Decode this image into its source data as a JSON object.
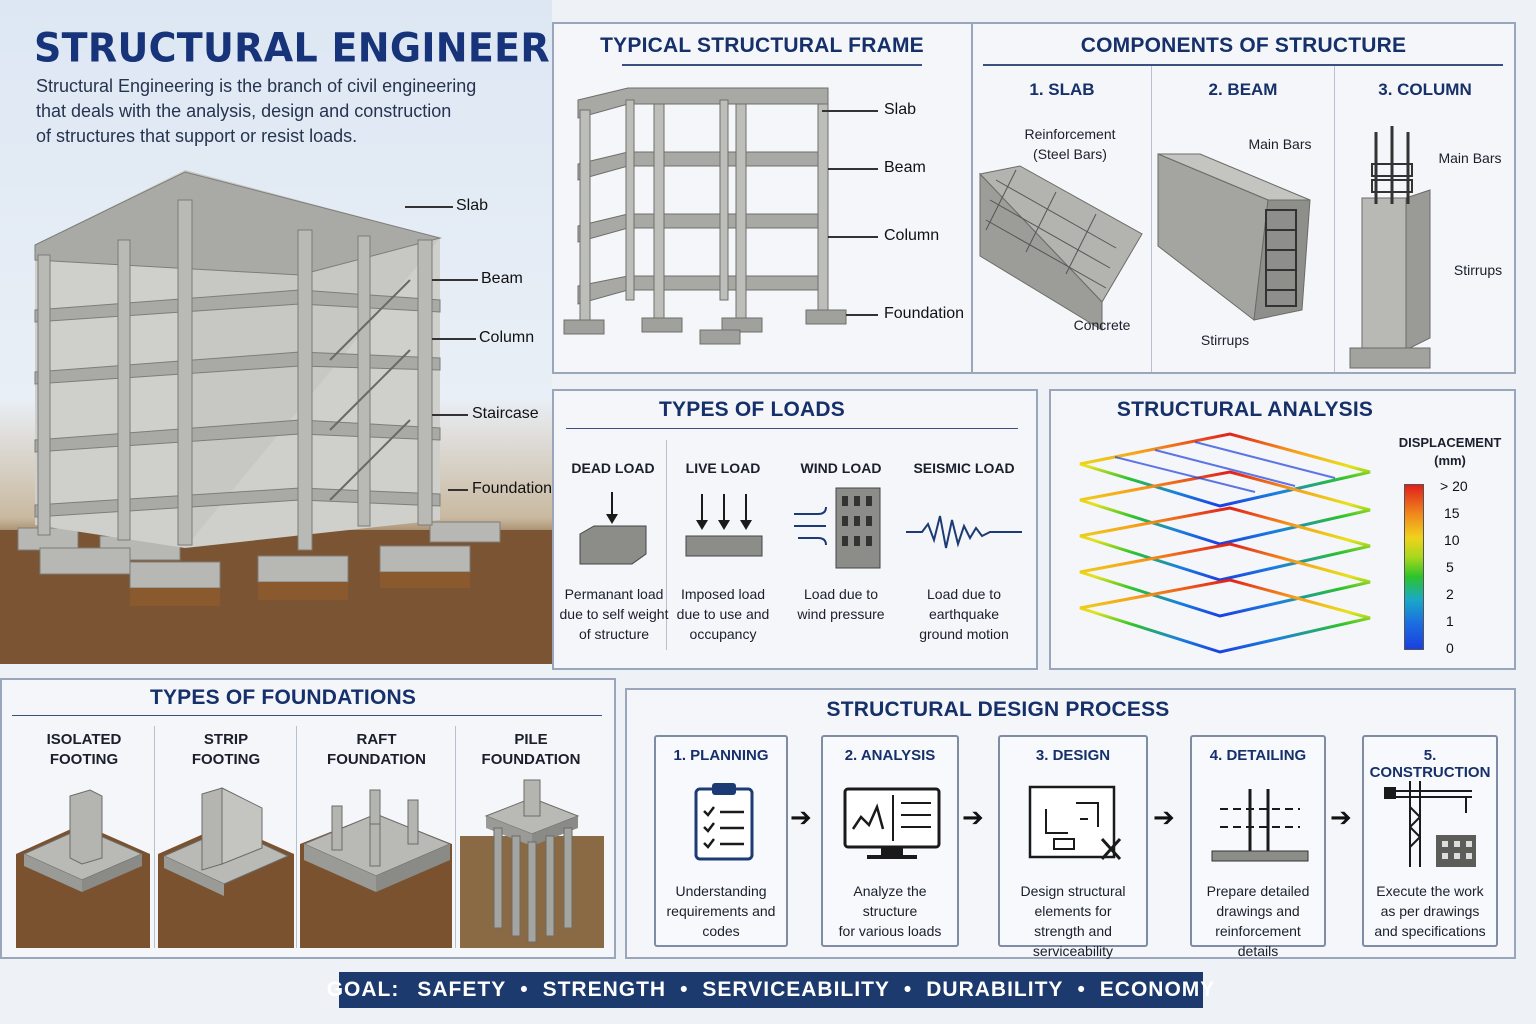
{
  "header": {
    "title": "STRUCTURAL ENGINEERING",
    "intro_line1": "Structural Engineering is the branch of civil engineering",
    "intro_line2": "that deals with the analysis, design and construction",
    "intro_line3": "of structures that support or resist loads."
  },
  "hero": {
    "labels": [
      "Slab",
      "Beam",
      "Column",
      "Staircase",
      "Foundation"
    ]
  },
  "frame": {
    "title": "TYPICAL STRUCTURAL FRAME",
    "labels": [
      "Slab",
      "Beam",
      "Column",
      "Foundation"
    ]
  },
  "components": {
    "title": "COMPONENTS OF STRUCTURE",
    "slab": {
      "title": "1. SLAB",
      "label_reinf_1": "Reinforcement",
      "label_reinf_2": "(Steel Bars)",
      "label_concrete": "Concrete"
    },
    "beam": {
      "title": "2. BEAM",
      "label_main": "Main Bars",
      "label_stirrups": "Stirrups"
    },
    "column": {
      "title": "3. COLUMN",
      "label_main": "Main Bars",
      "label_stirrups": "Stirrups"
    }
  },
  "loads": {
    "title": "TYPES OF LOADS",
    "items": [
      {
        "name": "DEAD LOAD",
        "d1": "Permanant load",
        "d2": "due to self weight",
        "d3": "of structure"
      },
      {
        "name": "LIVE LOAD",
        "d1": "Imposed load",
        "d2": "due to use and",
        "d3": "occupancy"
      },
      {
        "name": "WIND LOAD",
        "d1": "Load due to",
        "d2": "wind pressure",
        "d3": ""
      },
      {
        "name": "SEISMIC LOAD",
        "d1": "Load due to",
        "d2": "earthquake",
        "d3": "ground motion"
      }
    ]
  },
  "analysis": {
    "title": "STRUCTURAL ANALYSIS",
    "legend_title_1": "DISPLACEMENT",
    "legend_title_2": "(mm)",
    "legend_ticks": [
      "> 20",
      "15",
      "10",
      "5",
      "2",
      "1",
      "0"
    ],
    "colors": {
      "high": "#e0201c",
      "mid_high": "#f7a21a",
      "mid": "#e8e21c",
      "mid_low": "#2cc32c",
      "low": "#1b3fe0"
    }
  },
  "foundations": {
    "title": "TYPES OF FOUNDATIONS",
    "items": [
      {
        "l1": "ISOLATED",
        "l2": "FOOTING"
      },
      {
        "l1": "STRIP",
        "l2": "FOOTING"
      },
      {
        "l1": "RAFT",
        "l2": "FOUNDATION"
      },
      {
        "l1": "PILE",
        "l2": "FOUNDATION"
      }
    ]
  },
  "process": {
    "title": "STRUCTURAL DESIGN PROCESS",
    "steps": [
      {
        "title": "1. PLANNING",
        "d1": "Understanding",
        "d2": "requirements and",
        "d3": "codes"
      },
      {
        "title": "2. ANALYSIS",
        "d1": "Analyze the structure",
        "d2": "for various loads",
        "d3": ""
      },
      {
        "title": "3. DESIGN",
        "d1": "Design structural",
        "d2": "elements for",
        "d3": "strength and serviceability"
      },
      {
        "title": "4. DETAILING",
        "d1": "Prepare detailed",
        "d2": "drawings and",
        "d3": "reinforcement details"
      },
      {
        "title": "5. CONSTRUCTION",
        "d1": "Execute the work",
        "d2": "as per drawings",
        "d3": "and specifications"
      }
    ]
  },
  "goal": {
    "prefix": "GOAL:",
    "items": [
      "SAFETY",
      "STRENGTH",
      "SERVICEABILITY",
      "DURABILITY",
      "ECONOMY"
    ]
  }
}
